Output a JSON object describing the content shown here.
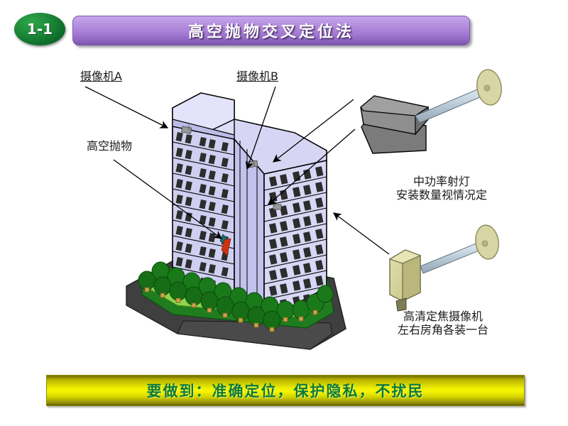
{
  "slide": {
    "badge_label": "1-1",
    "title": "高空抛物交叉定位法",
    "footer": "要做到：准确定位，保护隐私，不扰民"
  },
  "labels": {
    "camera_a": "摄像机A",
    "camera_b": "摄像机B",
    "falling_object": "高空抛物",
    "floodlight_line1": "中功率射灯",
    "floodlight_line2": "安装数量视情况定",
    "camera_line1": "高清定焦摄像机",
    "camera_line2": "左右房角各装一台"
  },
  "colors": {
    "badge_green": "#1e8a39",
    "title_purple": "#a87fd6",
    "banner_yellow": "#eded00",
    "banner_text_green": "#0c7a3a",
    "building_face": "#d8d8f5",
    "building_side": "#c3c3ee",
    "ground_gray": "#4a4a4a",
    "lawn_green": "#2e9b2e",
    "lawn_light": "#8fd44b",
    "tree_green": "#1a7a1a",
    "device_gray": "#8a8a8a",
    "device_khaki": "#ccca8e",
    "rod_blue": "#b9c9d6",
    "falling_red": "#cc3311"
  }
}
